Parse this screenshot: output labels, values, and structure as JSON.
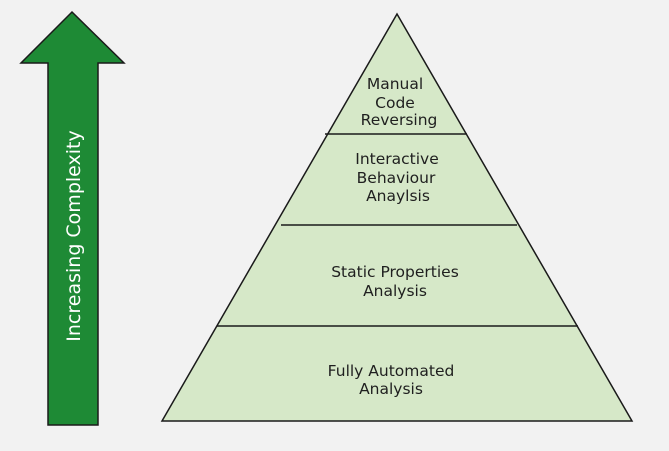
{
  "arrow": {
    "label": "Increasing Complexity",
    "fill_color": "#1e8a35",
    "stroke_color": "#1a1a1a"
  },
  "pyramid": {
    "fill_color": "#d6e8c8",
    "stroke_color": "#1a1a1a",
    "text_color": "#1f1f1f",
    "tiers": [
      {
        "lines": [
          "Manual",
          "Code",
          "Reversing"
        ]
      },
      {
        "lines": [
          "Interactive",
          "Behaviour",
          "Anaylsis"
        ]
      },
      {
        "lines": [
          "Static Properties",
          "Analysis"
        ]
      },
      {
        "lines": [
          "Fully Automated",
          "Analysis"
        ]
      }
    ]
  }
}
